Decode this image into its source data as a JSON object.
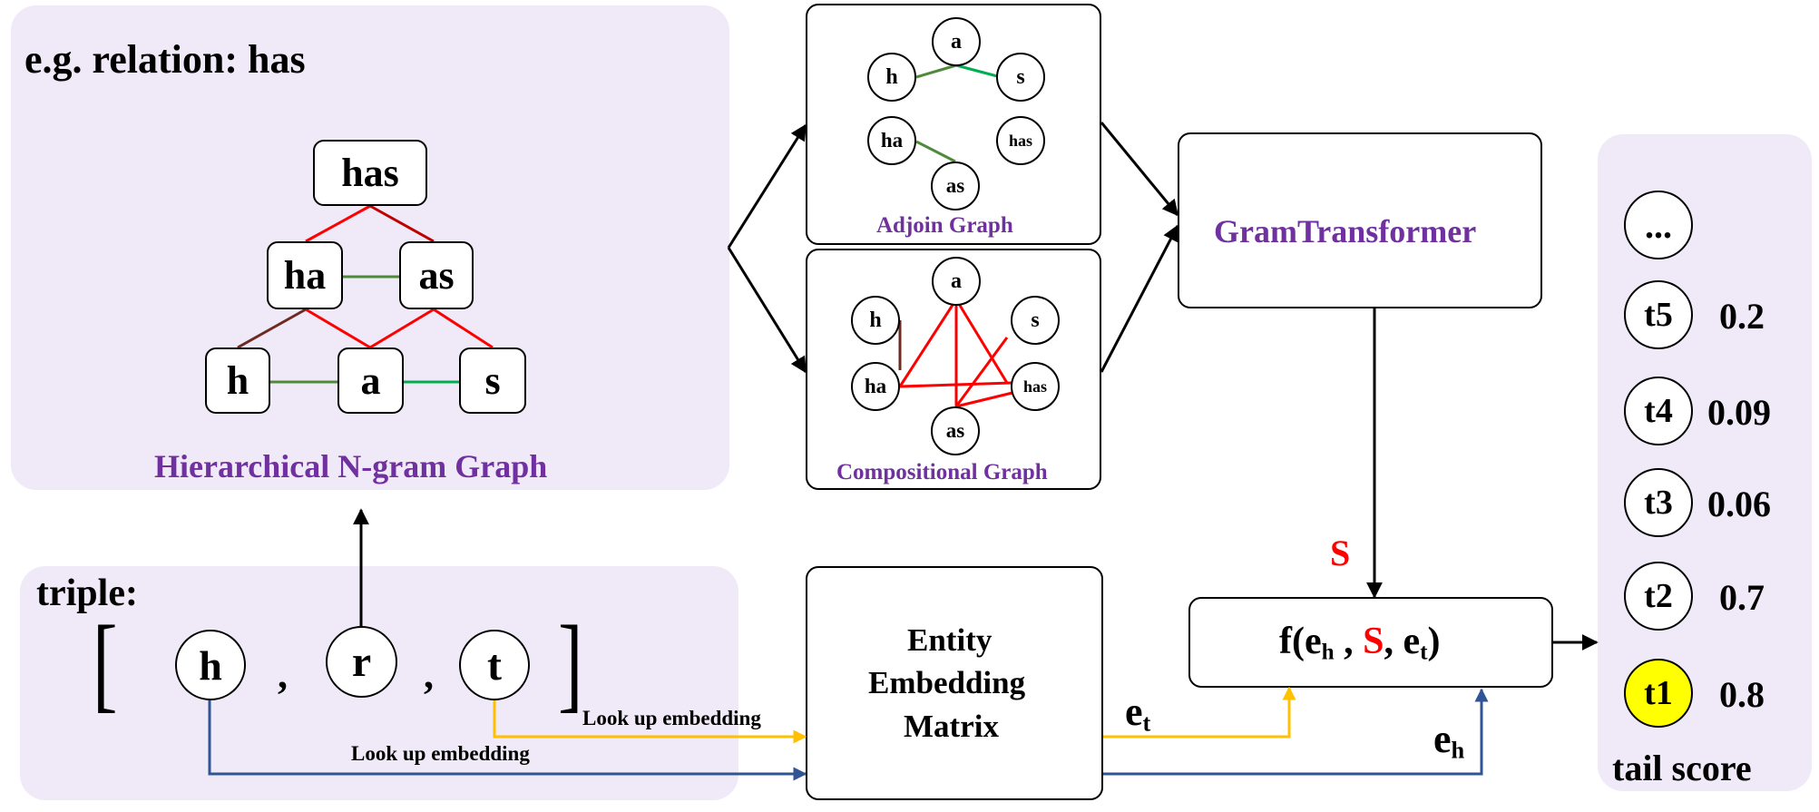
{
  "relation_panel": {
    "title": "e.g. relation: has",
    "caption": "Hierarchical N-gram Graph",
    "nodes": [
      "has",
      "ha",
      "as",
      "h",
      "a",
      "s"
    ]
  },
  "triple_panel": {
    "title": "triple:",
    "open_bracket": "[",
    "close_bracket": "]",
    "elements": [
      "h",
      "r",
      "t"
    ],
    "separator": ","
  },
  "adjoin_graph": {
    "caption": "Adjoin Graph",
    "nodes": [
      "a",
      "h",
      "s",
      "ha",
      "has",
      "as"
    ]
  },
  "compositional_graph": {
    "caption": "Compositional Graph",
    "nodes": [
      "a",
      "h",
      "s",
      "ha",
      "has",
      "as"
    ]
  },
  "gram_transformer": {
    "label": "GramTransformer"
  },
  "embedding_matrix": {
    "line1": "Entity",
    "line2": "Embedding",
    "line3": "Matrix"
  },
  "lookup": {
    "label_tail": "Look up embedding",
    "label_head": "Look up embedding"
  },
  "scoring": {
    "s_label": "S",
    "formula_prefix": "f(e",
    "sub_h": "h",
    "formula_mid1": " , ",
    "formula_s": "S",
    "formula_mid2": ", e",
    "sub_t": "t",
    "formula_suffix": ")",
    "et_base": "e",
    "et_sub": "t",
    "eh_base": "e",
    "eh_sub": "h"
  },
  "tail_scores": {
    "title": "tail score",
    "ellipsis": "...",
    "items": [
      {
        "label": "t5",
        "score": "0.2"
      },
      {
        "label": "t4",
        "score": "0.09"
      },
      {
        "label": "t3",
        "score": "0.06"
      },
      {
        "label": "t2",
        "score": "0.7"
      },
      {
        "label": "t1",
        "score": "0.8",
        "highlight": "#ffff00"
      }
    ]
  },
  "colors": {
    "panel": "#efe9f8",
    "purple_text": "#7030a0",
    "edge_red": "#ff0000",
    "edge_darkred": "#c00000",
    "edge_brown": "#6e2a1f",
    "edge_olive": "#4e8a3a",
    "edge_green": "#00b050",
    "arrow_yellow": "#ffc000",
    "arrow_blue": "#2f5597",
    "highlight": "#ffff00"
  }
}
